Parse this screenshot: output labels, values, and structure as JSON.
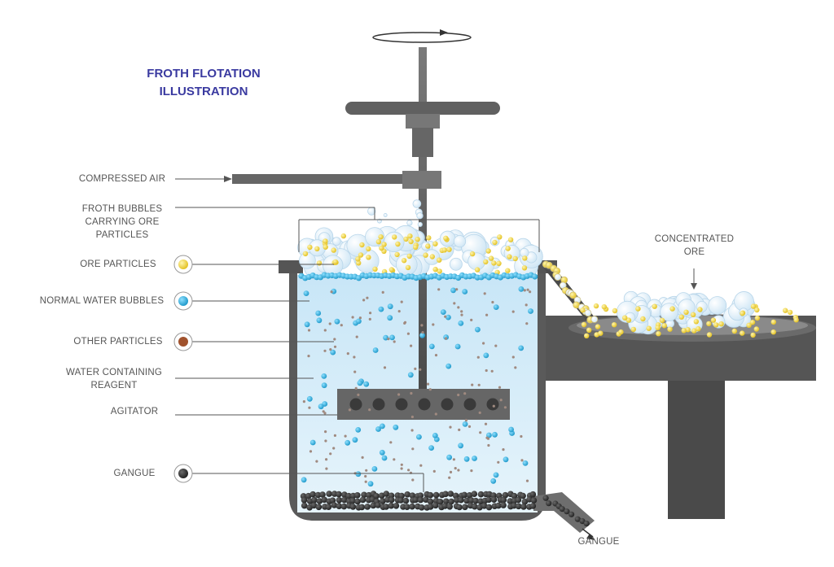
{
  "title": {
    "line1": "FROTH FLOTATION",
    "line2": "ILLUSTRATION"
  },
  "labels": {
    "compressed_air": "COMPRESSED AIR",
    "froth_bubbles_1": "FROTH BUBBLES",
    "froth_bubbles_2": "CARRYING ORE",
    "froth_bubbles_3": "PARTICLES",
    "ore_particles": "ORE PARTICLES",
    "normal_water_bubbles": "NORMAL WATER BUBBLES",
    "other_particles": "OTHER PARTICLES",
    "water_reagent_1": "WATER CONTAINING",
    "water_reagent_2": "REAGENT",
    "agitator": "AGITATOR",
    "gangue": "GANGUE",
    "gangue_outlet": "GANGUE",
    "concentrated_ore_1": "CONCENTRATED",
    "concentrated_ore_2": "ORE"
  },
  "colors": {
    "title": "#3a3aa0",
    "ore_particle": "#f2d23a",
    "water_bubble": "#2bb0df",
    "other_particle": "#a0522d",
    "gangue_particle": "#2b2b2b",
    "metal": "#5a5a5a",
    "water": "#d2ebf8"
  },
  "icons": [
    "ore-particle-icon",
    "water-bubble-icon",
    "other-particle-icon",
    "gangue-particle-icon",
    "rotation-arrow-icon"
  ]
}
